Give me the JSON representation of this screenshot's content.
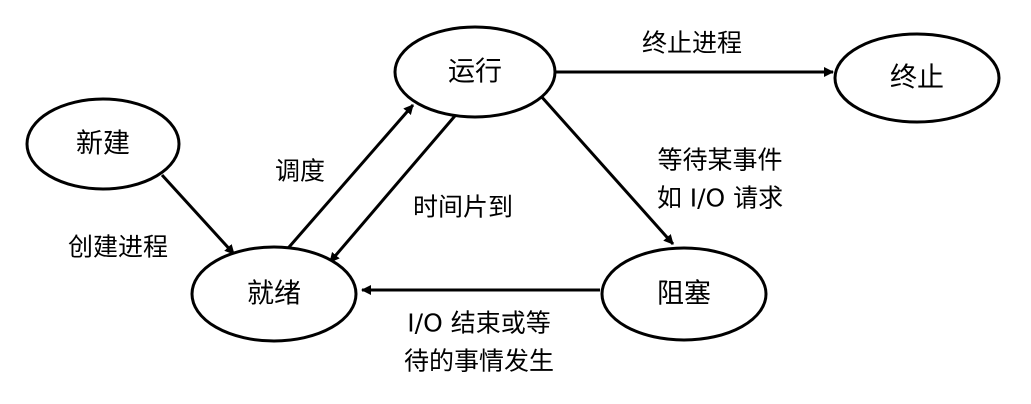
{
  "states": {
    "new": "新建",
    "ready": "就绪",
    "running": "运行",
    "blocked": "阻塞",
    "terminated": "终止"
  },
  "edges": {
    "create": "创建进程",
    "schedule": "调度",
    "timeout": "时间片到",
    "terminate": "终止进程",
    "wait_line1": "等待某事件",
    "wait_line2": "如 I/O 请求",
    "wake_line1": "I/O 结束或等",
    "wake_line2": "待的事情发生"
  }
}
